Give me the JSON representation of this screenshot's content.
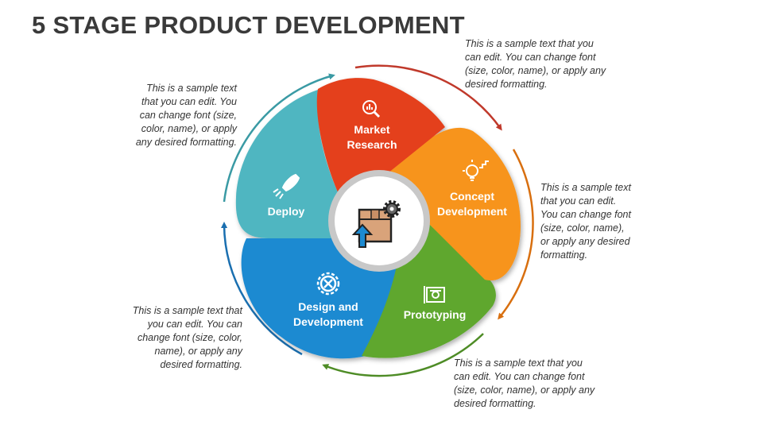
{
  "title": "5 STAGE PRODUCT DEVELOPMENT",
  "center_icon": "box-with-gear-icon",
  "colors": {
    "market": "#e4411c",
    "concept": "#f7941d",
    "prototyping": "#5fa72f",
    "design": "#1c8ad1",
    "deploy": "#4fb6c1"
  },
  "stages": [
    {
      "id": "market",
      "line1": "Market",
      "line2": "Research",
      "icon": "magnifier-chart-icon",
      "note": "This is a sample text that you\ncan edit. You can change font\n(size, color, name), or apply any\ndesired formatting."
    },
    {
      "id": "concept",
      "line1": "Concept",
      "line2": "Development",
      "icon": "lightbulb-stairs-icon",
      "note": "This is a sample text\nthat you can edit.\nYou can change font\n(size, color, name),\nor apply any desired\nformatting."
    },
    {
      "id": "prototyping",
      "line1": "Prototyping",
      "line2": "",
      "icon": "blueprint-icon",
      "note": "This is a sample text that you\ncan edit. You can change font\n(size, color, name), or apply any\ndesired formatting."
    },
    {
      "id": "design",
      "line1": "Design and",
      "line2": "Development",
      "icon": "gear-tools-icon",
      "note": "This is a sample text that\nyou can edit. You can\nchange font (size, color,\nname), or apply any\ndesired formatting."
    },
    {
      "id": "deploy",
      "line1": "Deploy",
      "line2": "",
      "icon": "rocket-icon",
      "note": "This is a sample text\nthat you can edit. You\ncan change font (size,\ncolor, name), or apply\nany desired formatting."
    }
  ]
}
